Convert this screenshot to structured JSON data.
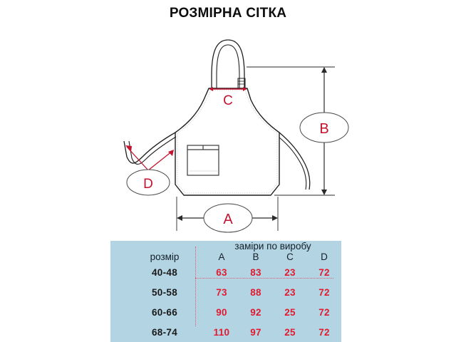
{
  "title": "РОЗМІРНА СІТКА",
  "diagram": {
    "name": "apron-size-diagram",
    "labels": {
      "A": "A",
      "B": "B",
      "C": "C",
      "D": "D"
    },
    "colors": {
      "measure_red": "#c4122f",
      "outline": "#1f1f1f",
      "dimension_line": "#2a2a2a"
    }
  },
  "table": {
    "panel_color": "#b3d4e3",
    "group_header": "заміри по виробу",
    "size_header": "розмір",
    "columns": [
      "A",
      "B",
      "C",
      "D"
    ],
    "rows": [
      {
        "size": "40-48",
        "A": "63",
        "B": "83",
        "C": "23",
        "D": "72"
      },
      {
        "size": "50-58",
        "A": "73",
        "B": "88",
        "C": "23",
        "D": "72"
      },
      {
        "size": "60-66",
        "A": "90",
        "B": "92",
        "C": "25",
        "D": "72"
      },
      {
        "size": "68-74",
        "A": "110",
        "B": "97",
        "C": "25",
        "D": "72"
      }
    ]
  }
}
